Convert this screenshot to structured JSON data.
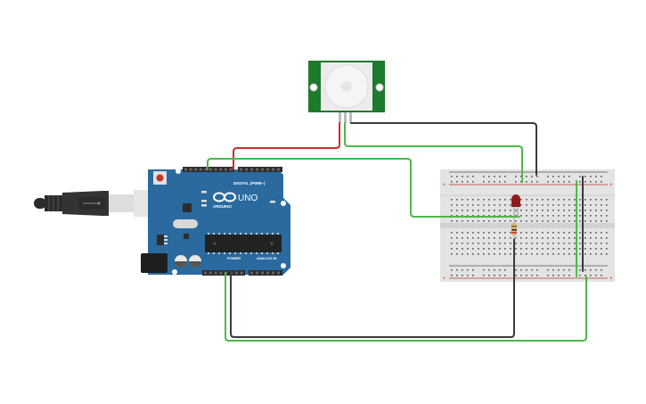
{
  "canvas": {
    "title": "Arduino PIR motion sensor circuit"
  },
  "arduino": {
    "brand_label": "ARDUINO",
    "model_label": "UNO",
    "digital_label": "DIGITAL (PWM~)",
    "power_label": "POWER",
    "analog_label": "ANALOG IN",
    "color": "#2a6a9e"
  },
  "pir_sensor": {
    "color": "#1e7a2c"
  },
  "breadboard": {
    "plus_label": "+",
    "minus_label": "-"
  },
  "led": {
    "color": "#8e1b1b"
  },
  "wires": {
    "red": "#d42a2a",
    "green": "#4cb84c",
    "black": "#3a3a3a"
  }
}
